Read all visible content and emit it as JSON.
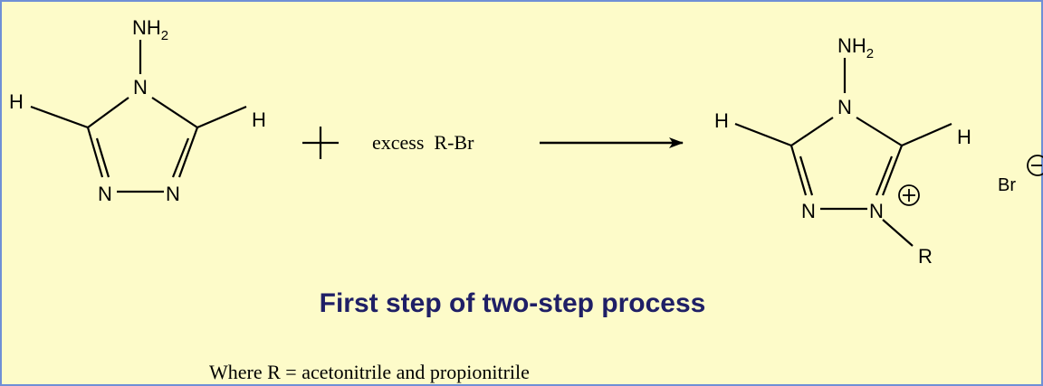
{
  "colors": {
    "background": "#fdfbc9",
    "border": "#6f8fd6",
    "title": "#1f1f66",
    "ink": "#000000"
  },
  "reactant": {
    "nh2_main": "NH",
    "nh2_sub": "2",
    "n_top": "N",
    "h_left": "H",
    "h_right": "H",
    "n_bottom_left": "N",
    "n_bottom_right": "N"
  },
  "reaction": {
    "plus": "+",
    "reagent": "excess  R-Br"
  },
  "product": {
    "nh2_main": "NH",
    "nh2_sub": "2",
    "n_top": "N",
    "h_left": "H",
    "h_right": "H",
    "n_bottom_left": "N",
    "n_bottom_right": "N",
    "r_group": "R",
    "counterion": "Br"
  },
  "caption": {
    "title": "First step of two-step process",
    "note": "Where R = acetonitrile and propionitrile"
  }
}
